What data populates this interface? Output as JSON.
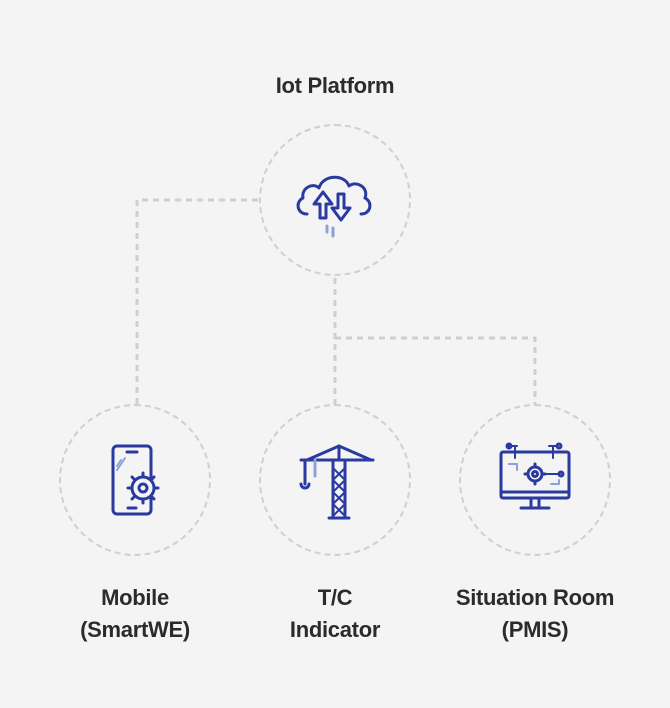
{
  "top": {
    "title": "Iot Platform",
    "icon": "cloud-upload-download-icon"
  },
  "nodes": [
    {
      "id": "mobile",
      "line1": "Mobile",
      "line2": "(SmartWE)",
      "icon": "smartphone-gear-icon"
    },
    {
      "id": "tc",
      "line1": "T/C",
      "line2": "Indicator",
      "icon": "tower-crane-icon"
    },
    {
      "id": "room",
      "line1": "Situation Room",
      "line2": "(PMIS)",
      "icon": "monitor-circuit-gear-icon"
    }
  ],
  "colors": {
    "icon": "#2a3aa0",
    "line": "#cfcfcf",
    "background": "#f4f4f4",
    "text": "#2b2b2b"
  }
}
